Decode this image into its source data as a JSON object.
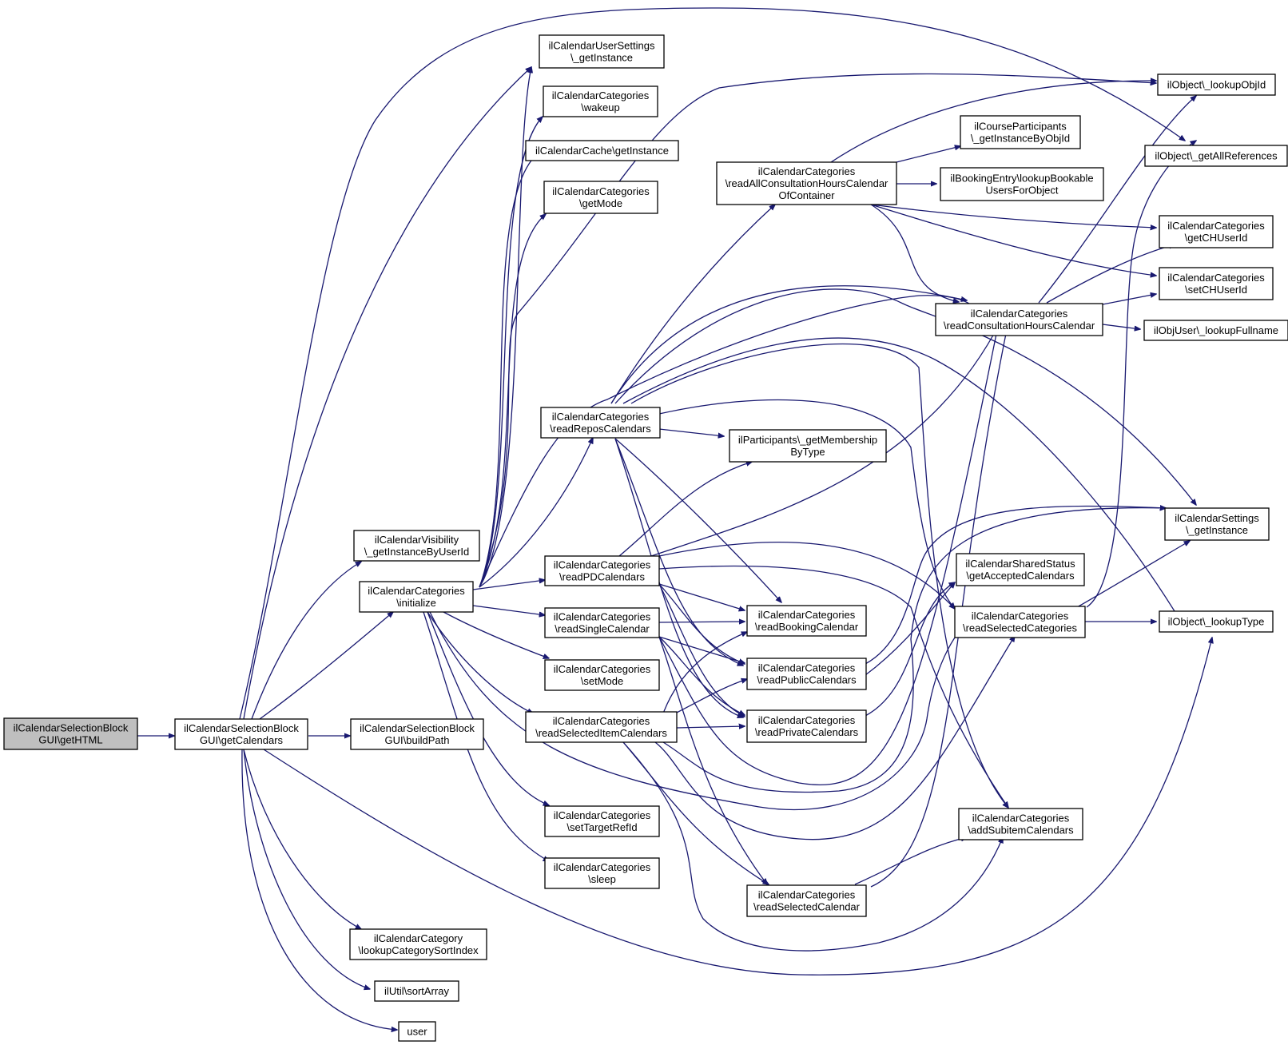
{
  "colors": {
    "edge": "#191970",
    "root_fill": "#bfbfbf",
    "node_fill": "#ffffff",
    "node_border": "#000000"
  },
  "nodes": {
    "gethtml": [
      "ilCalendarSelectionBlock",
      "GUI\\getHTML"
    ],
    "getcalendars": [
      "ilCalendarSelectionBlock",
      "GUI\\getCalendars"
    ],
    "buildpath": [
      "ilCalendarSelectionBlock",
      "GUI\\buildPath"
    ],
    "visibility": [
      "ilCalendarVisibility",
      "\\_getInstanceByUserId"
    ],
    "initialize": [
      "ilCalendarCategories",
      "\\initialize"
    ],
    "sortindex": [
      "ilCalendarCategory",
      "\\lookupCategorySortIndex"
    ],
    "sortarray": [
      "ilUtil\\sortArray"
    ],
    "user": [
      "user"
    ],
    "usersettings": [
      "ilCalendarUserSettings",
      "\\_getInstance"
    ],
    "wakeup": [
      "ilCalendarCategories",
      "\\wakeup"
    ],
    "cache": [
      "ilCalendarCache\\getInstance"
    ],
    "getmode": [
      "ilCalendarCategories",
      "\\getMode"
    ],
    "repos": [
      "ilCalendarCategories",
      "\\readReposCalendars"
    ],
    "pd": [
      "ilCalendarCategories",
      "\\readPDCalendars"
    ],
    "single": [
      "ilCalendarCategories",
      "\\readSingleCalendar"
    ],
    "setmode": [
      "ilCalendarCategories",
      "\\setMode"
    ],
    "selitem": [
      "ilCalendarCategories",
      "\\readSelectedItemCalendars"
    ],
    "settarget": [
      "ilCalendarCategories",
      "\\setTargetRefId"
    ],
    "sleep": [
      "ilCalendarCategories",
      "\\sleep"
    ],
    "allch": [
      "ilCalendarCategories",
      "\\readAllConsultationHoursCalendar",
      "OfContainer"
    ],
    "membership": [
      "ilParticipants\\_getMembership",
      "ByType"
    ],
    "booking": [
      "ilCalendarCategories",
      "\\readBookingCalendar"
    ],
    "public": [
      "ilCalendarCategories",
      "\\readPublicCalendars"
    ],
    "private": [
      "ilCalendarCategories",
      "\\readPrivateCalendars"
    ],
    "selcal": [
      "ilCalendarCategories",
      "\\readSelectedCalendar"
    ],
    "courseparticipants": [
      "ilCourseParticipants",
      "\\_getInstanceByObjId"
    ],
    "bookingentry": [
      "ilBookingEntry\\lookupBookable",
      "UsersForObject"
    ],
    "consultation": [
      "ilCalendarCategories",
      "\\readConsultationHoursCalendar"
    ],
    "sharedstatus": [
      "ilCalendarSharedStatus",
      "\\getAcceptedCalendars"
    ],
    "selcats": [
      "ilCalendarCategories",
      "\\readSelectedCategories"
    ],
    "addsub": [
      "ilCalendarCategories",
      "\\addSubitemCalendars"
    ],
    "lookupobjid": [
      "ilObject\\_lookupObjId"
    ],
    "allrefs": [
      "ilObject\\_getAllReferences"
    ],
    "getchuser": [
      "ilCalendarCategories",
      "\\getCHUserId"
    ],
    "setchuser": [
      "ilCalendarCategories",
      "\\setCHUserId"
    ],
    "fullname": [
      "ilObjUser\\_lookupFullname"
    ],
    "settings": [
      "ilCalendarSettings",
      "\\_getInstance"
    ],
    "lookuptype": [
      "ilObject\\_lookupType"
    ]
  }
}
